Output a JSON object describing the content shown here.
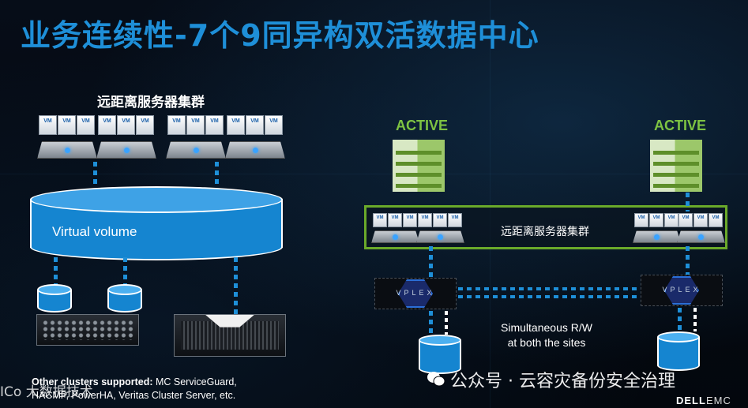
{
  "title": "业务连续性-7个9同异构双活数据中心",
  "left": {
    "cluster_title": "远距离服务器集群",
    "vm_label": "VM",
    "volume_label": "Virtual volume",
    "other_clusters_bold": "Other clusters supported:",
    "other_clusters_line1": " MC ServiceGuard,",
    "other_clusters_line2": "HACMP, PowerHA, Veritas Cluster Server, etc."
  },
  "right": {
    "active_left": "ACTIVE",
    "active_right": "ACTIVE",
    "cluster_label": "远距离服务器集群",
    "vplex_text": "VPLEX",
    "sim_line1": "Simultaneous R/W",
    "sim_line2": "at both the sites"
  },
  "watermark": "公众号 · 云容灾备份安全治理",
  "corner_watermark": "ICo 大数据技术",
  "logo": {
    "dell": "DELL",
    "emc": "EMC"
  },
  "colors": {
    "accent_blue": "#1e8fd8",
    "active_green": "#7dc242"
  }
}
